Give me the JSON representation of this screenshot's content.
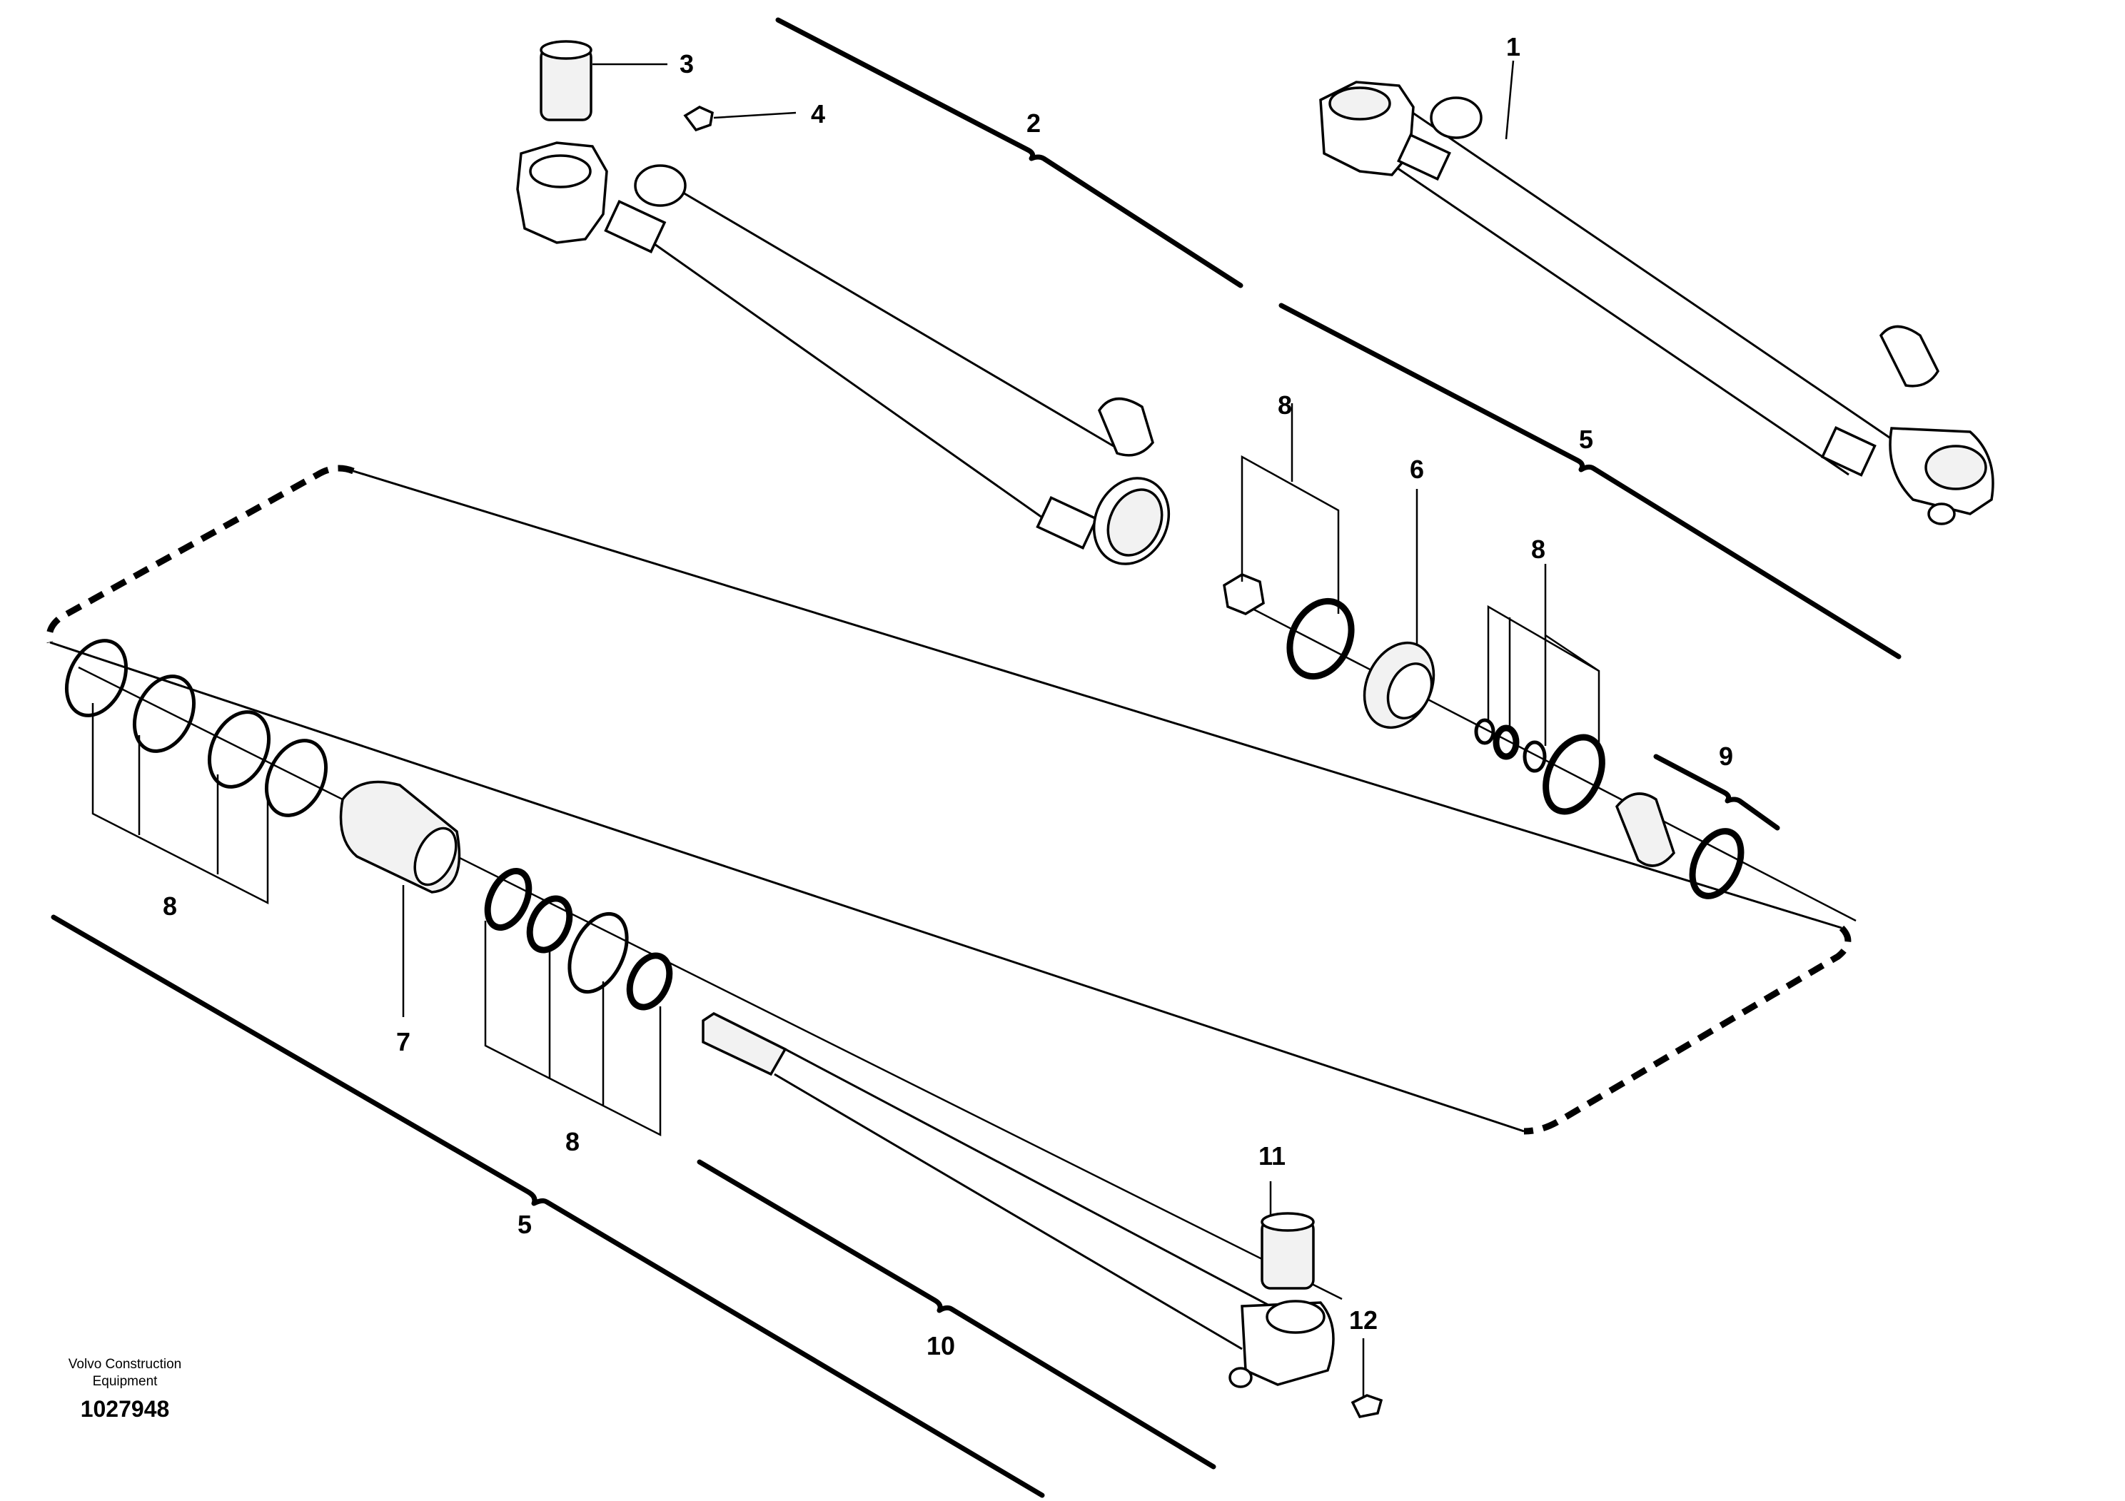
{
  "callouts": {
    "c1": "1",
    "c2": "2",
    "c3": "3",
    "c4": "4",
    "c5_top": "5",
    "c5_bottom": "5",
    "c6": "6",
    "c7": "7",
    "c8_top": "8",
    "c8_right": "8",
    "c8_left": "8",
    "c8_mid": "8",
    "c9": "9",
    "c10": "10",
    "c11": "11",
    "c12": "12"
  },
  "footer": {
    "company_line1": "Volvo Construction",
    "company_line2": "Equipment",
    "doc_number": "1027948"
  }
}
